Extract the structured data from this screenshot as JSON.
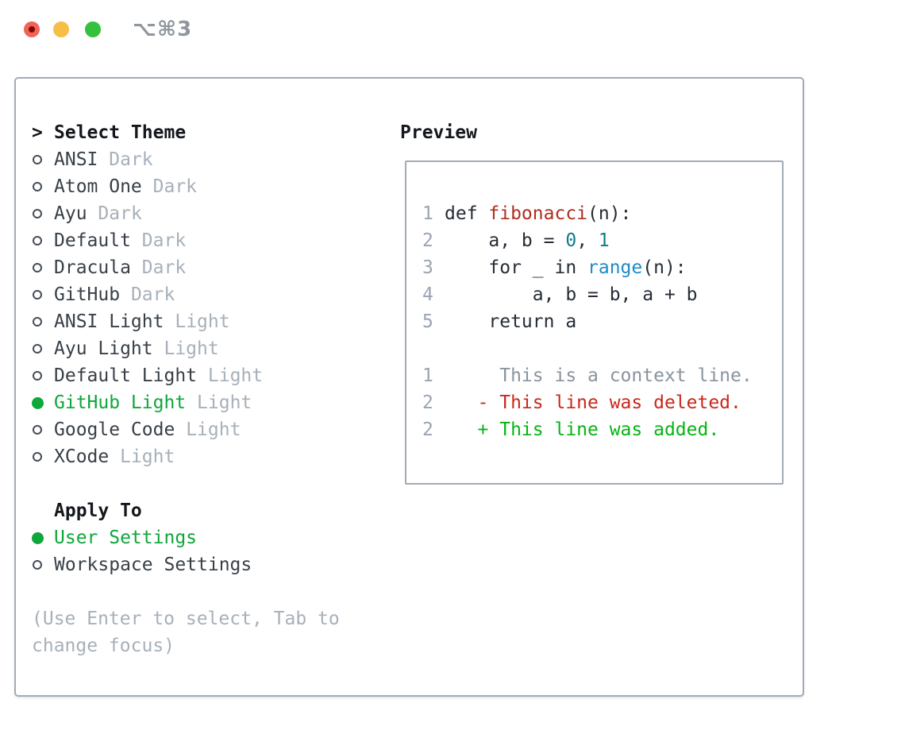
{
  "window": {
    "title": "⌥⌘3",
    "traffic_lights": [
      {
        "name": "close",
        "color": "#f1635a"
      },
      {
        "name": "minimize",
        "color": "#f6bd47"
      },
      {
        "name": "zoom",
        "color": "#33c13e"
      }
    ]
  },
  "theme_panel": {
    "header": {
      "prompt": ">",
      "label": "Select Theme"
    },
    "themes": [
      {
        "name": "ANSI",
        "tag": "Dark",
        "selected": false
      },
      {
        "name": "Atom One",
        "tag": "Dark",
        "selected": false
      },
      {
        "name": "Ayu",
        "tag": "Dark",
        "selected": false
      },
      {
        "name": "Default",
        "tag": "Dark",
        "selected": false
      },
      {
        "name": "Dracula",
        "tag": "Dark",
        "selected": false
      },
      {
        "name": "GitHub",
        "tag": "Dark",
        "selected": false
      },
      {
        "name": "ANSI Light",
        "tag": "Light",
        "selected": false
      },
      {
        "name": "Ayu Light",
        "tag": "Light",
        "selected": false
      },
      {
        "name": "Default Light",
        "tag": "Light",
        "selected": false
      },
      {
        "name": "GitHub Light",
        "tag": "Light",
        "selected": true
      },
      {
        "name": "Google Code",
        "tag": "Light",
        "selected": false
      },
      {
        "name": "XCode",
        "tag": "Light",
        "selected": false
      }
    ],
    "apply_to": {
      "header": "Apply To",
      "options": [
        {
          "label": "User Settings",
          "selected": true
        },
        {
          "label": "Workspace Settings",
          "selected": false
        }
      ]
    },
    "hint": "(Use Enter to select, Tab to change focus)"
  },
  "preview": {
    "header": "Preview",
    "code_lines": [
      {
        "num": "1",
        "tokens": [
          {
            "text": "def ",
            "style": "default"
          },
          {
            "text": "fibonacci",
            "style": "function"
          },
          {
            "text": "(n):",
            "style": "default"
          }
        ]
      },
      {
        "num": "2",
        "tokens": [
          {
            "text": "    a, b = ",
            "style": "default"
          },
          {
            "text": "0",
            "style": "number"
          },
          {
            "text": ", ",
            "style": "default"
          },
          {
            "text": "1",
            "style": "number"
          }
        ]
      },
      {
        "num": "3",
        "tokens": [
          {
            "text": "    for _ in ",
            "style": "default"
          },
          {
            "text": "range",
            "style": "builtin"
          },
          {
            "text": "(n):",
            "style": "default"
          }
        ]
      },
      {
        "num": "4",
        "tokens": [
          {
            "text": "        a, b = b, a + b",
            "style": "default"
          }
        ]
      },
      {
        "num": "5",
        "tokens": [
          {
            "text": "    return a",
            "style": "default"
          }
        ]
      },
      {
        "num": "",
        "tokens": []
      },
      {
        "num": "1",
        "tokens": [
          {
            "text": "     This is a context line.",
            "style": "context"
          }
        ]
      },
      {
        "num": "2",
        "tokens": [
          {
            "text": "   - This line was deleted.",
            "style": "deleted"
          }
        ]
      },
      {
        "num": "2",
        "tokens": [
          {
            "text": "   + This line was added.",
            "style": "added"
          }
        ]
      }
    ]
  },
  "colors": {
    "accent_green": "#0fa63a",
    "added_green": "#06b414",
    "deleted_red": "#c8281a",
    "function_red": "#b02d20",
    "number_teal": "#0d7c8a",
    "builtin_blue": "#1e8bc8",
    "header_dark": "#14181d",
    "item_dark": "#383f47",
    "code_dark": "#262d36",
    "muted_gray": "#a7b0ba",
    "linenum_gray": "#9aa4b1",
    "context_gray": "#8a939e",
    "border_gray": "#a3abb5",
    "title_gray": "#8f969e"
  }
}
